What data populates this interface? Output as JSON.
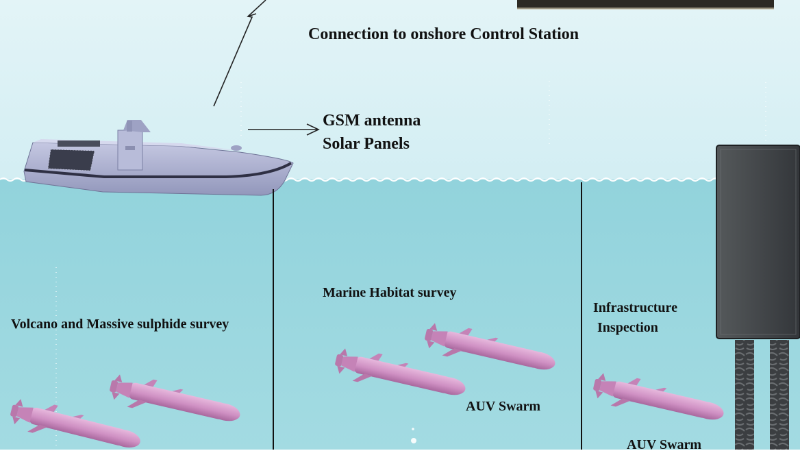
{
  "diagram": {
    "title": "Connection to onshore Control Station",
    "surface_labels": {
      "line1": "GSM antenna",
      "line2": "Solar Panels"
    },
    "zones": [
      {
        "label": "Volcano and Massive sulphide survey"
      },
      {
        "label": "Marine Habitat survey",
        "swarm_label": "AUV Swarm"
      },
      {
        "label_line1": "Infrastructure",
        "label_line2": "Inspection",
        "swarm_label": "AUV Swarm"
      }
    ]
  },
  "colors": {
    "sky": "#dbf1f5",
    "water": "#9fd8e0",
    "auv_body": "#d59ac9",
    "boat_hull": "#a9adcc",
    "structure": "#3f4244",
    "divider": "#111111"
  },
  "icons": [
    "radio-signal-icon",
    "boat-icon",
    "auv-icon",
    "pillar-structure-icon"
  ]
}
